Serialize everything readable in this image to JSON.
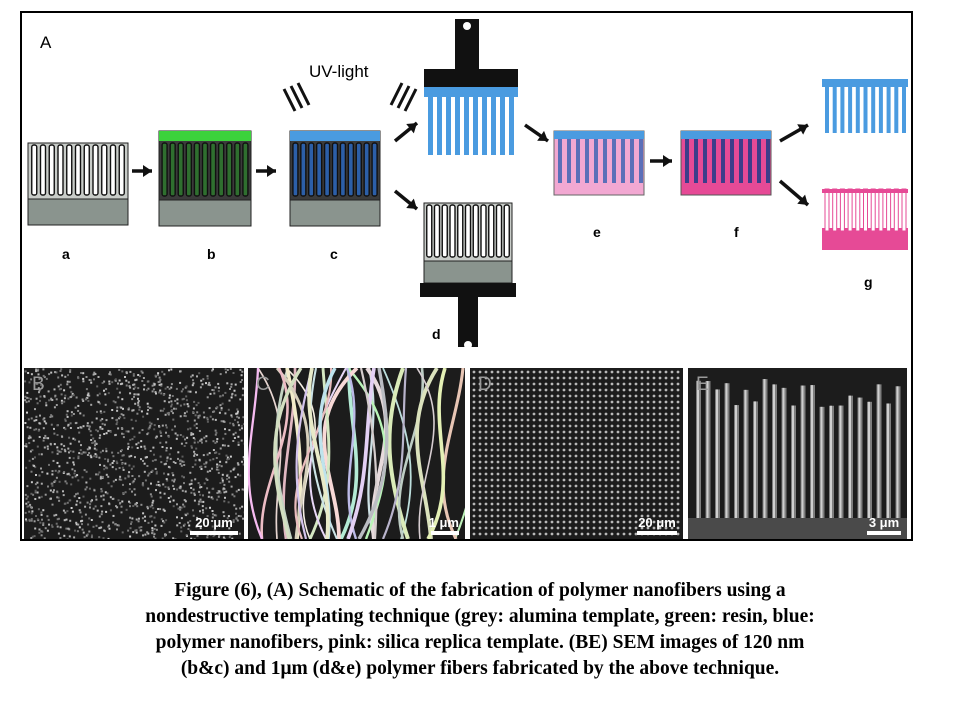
{
  "figure": {
    "panel_A_label": "A",
    "uv_label": "UV-light",
    "step_labels": {
      "a": "a",
      "b": "b",
      "c": "c",
      "d": "d",
      "e": "e",
      "f": "f",
      "g": "g"
    },
    "colors": {
      "alumina_grey": "#b4b8b4",
      "resin_green": "#3cd23c",
      "nanofiber_blue": "#4a9be0",
      "silica_pink": "#f2a8d2",
      "pink_dark": "#e64a96"
    },
    "sem_panels": [
      {
        "letter": "B",
        "scale": "20 μm"
      },
      {
        "letter": "C",
        "scale": "1 μm"
      },
      {
        "letter": "D",
        "scale": "20 μm"
      },
      {
        "letter": "E",
        "scale": "3 μm"
      }
    ]
  },
  "caption": {
    "lines": [
      "Figure (6), (A) Schematic of the fabrication of polymer nanofibers using a",
      "nondestructive templating technique (grey: alumina template, green: resin, blue:",
      "polymer nanofibers, pink: silica replica template. (BE) SEM images of 120 nm",
      "(b&c) and 1μm (d&e) polymer fibers fabricated by the above technique."
    ]
  }
}
